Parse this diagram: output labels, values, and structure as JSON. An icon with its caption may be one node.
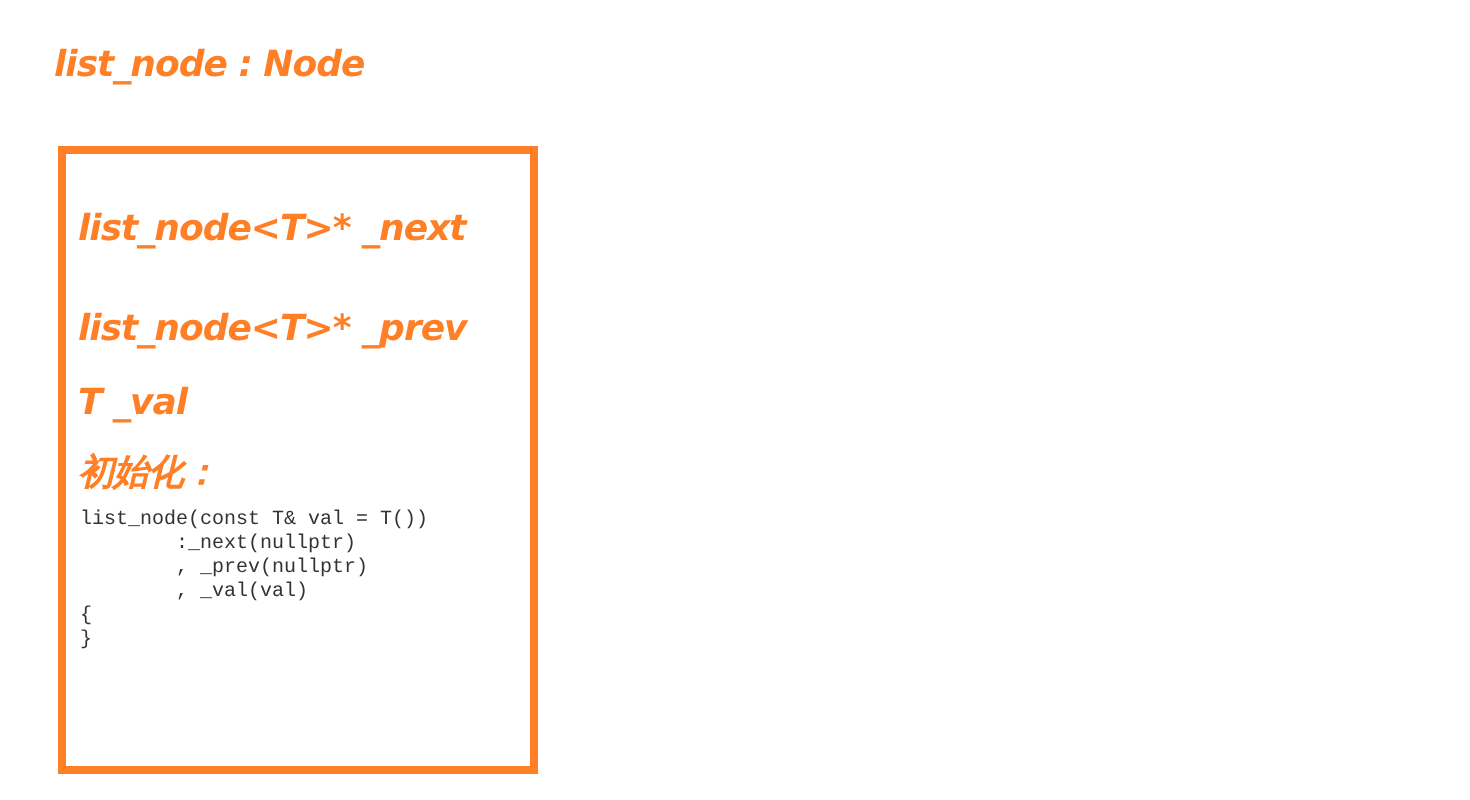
{
  "diagram": {
    "nodes": [
      {
        "text": [
          "list_node : Node",
          "list_node<T>* _next",
          "list_node<T>* _prev",
          "T _val",
          "初始化：",
          "list_node(const T& val = T())",
          ":_next(nullptr)",
          ", _prev(nullptr)",
          ", _val(val)",
          "{",
          "}"
        ]
      }
    ]
  }
}
